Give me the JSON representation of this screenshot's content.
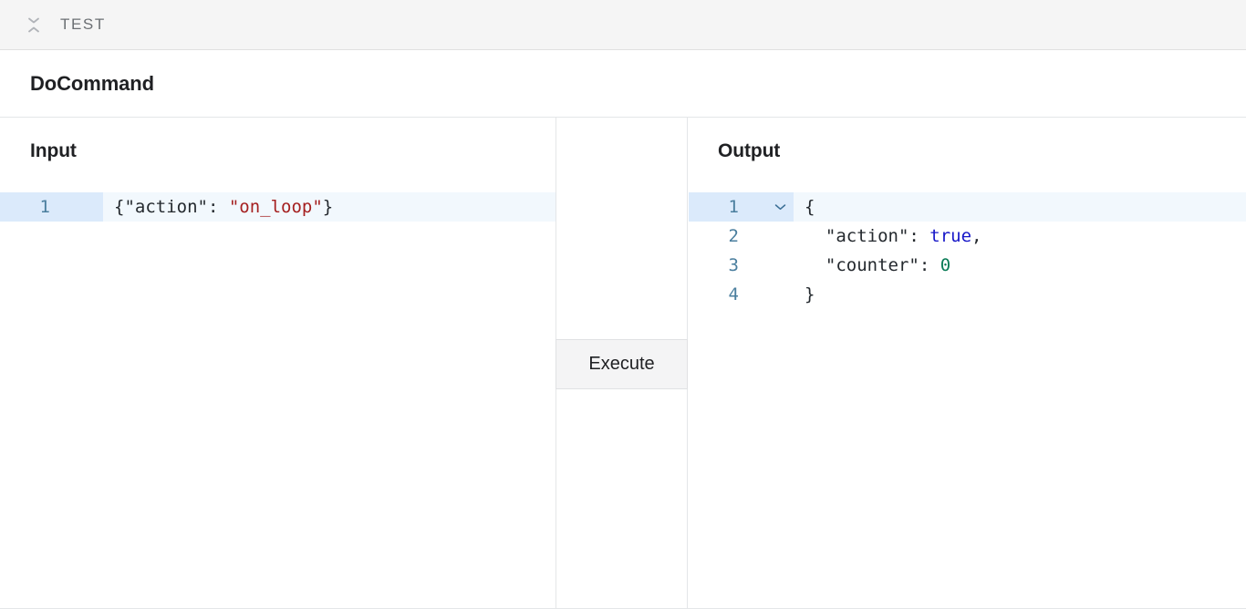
{
  "testbar": {
    "collapse_icon": "collapse-chevrons-icon",
    "label": "TEST"
  },
  "command": {
    "title": "DoCommand"
  },
  "input_pane": {
    "label": "Input",
    "lines": [
      {
        "number": "1",
        "active": true,
        "tokens": [
          {
            "text": "{\"action\": ",
            "type": "punct"
          },
          {
            "text": "\"on_loop\"",
            "type": "str"
          },
          {
            "text": "}",
            "type": "punct"
          }
        ]
      }
    ]
  },
  "middle_pane": {
    "execute_label": "Execute"
  },
  "output_pane": {
    "label": "Output",
    "lines": [
      {
        "number": "1",
        "active": true,
        "fold_icon": "chevron-down-icon",
        "tokens": [
          {
            "text": "{",
            "type": "punct"
          }
        ]
      },
      {
        "number": "2",
        "active": false,
        "tokens": [
          {
            "text": "  \"action\": ",
            "type": "punct"
          },
          {
            "text": "true",
            "type": "bool"
          },
          {
            "text": ",",
            "type": "punct"
          }
        ]
      },
      {
        "number": "3",
        "active": false,
        "tokens": [
          {
            "text": "  \"counter\": ",
            "type": "punct"
          },
          {
            "text": "0",
            "type": "num"
          }
        ]
      },
      {
        "number": "4",
        "active": false,
        "tokens": [
          {
            "text": "}",
            "type": "punct"
          }
        ]
      }
    ]
  },
  "colors": {
    "bar_bg": "#f5f5f5",
    "border": "#e4e6e8",
    "active_line": "#f2f8fd",
    "active_gutter": "#dbeafb",
    "gutter_text": "#4a7e9e",
    "string": "#a52020",
    "boolean": "#1616c8",
    "number": "#0a7b56",
    "text": "#24292e",
    "button_bg": "#f4f4f5"
  }
}
